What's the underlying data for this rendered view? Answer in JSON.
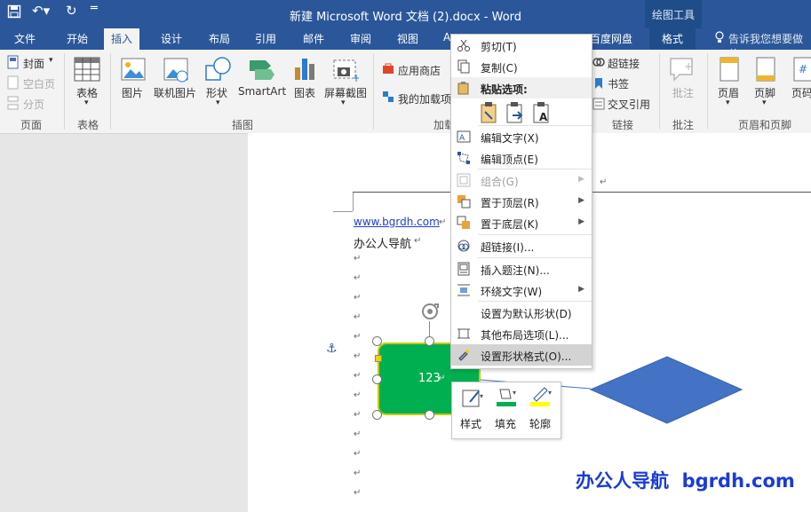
{
  "titlebar": {
    "title": "新建 Microsoft Word 文档 (2).docx - Word",
    "context_tools": "绘图工具"
  },
  "tabs": [
    "文件",
    "开始",
    "插入",
    "设计",
    "布局",
    "引用",
    "邮件",
    "审阅",
    "视图",
    "A"
  ],
  "active_tab": "插入",
  "partial_tab": "百度网盘",
  "format_tab": "格式",
  "tell_me": "告诉我您想要做什",
  "ribbon": {
    "pages": {
      "cover": "封面",
      "blank": "空白页",
      "break": "分页",
      "group": "页面"
    },
    "table": {
      "label": "表格",
      "group": "表格"
    },
    "illustrations": {
      "items": [
        "图片",
        "联机图片",
        "形状",
        "SmartArt",
        "图表",
        "屏幕截图"
      ],
      "group": "插图"
    },
    "addins": {
      "store": "应用商店",
      "my": "我的加载项",
      "group": "加载"
    },
    "links": {
      "hyperlink": "超链接",
      "bookmark": "书签",
      "crossref": "交叉引用",
      "group": "链接"
    },
    "comments": {
      "label": "批注",
      "group": "批注"
    },
    "header_footer": {
      "items": [
        "页眉",
        "页脚",
        "页码"
      ],
      "group": "页眉和页脚"
    }
  },
  "document": {
    "link": "www.bgrdh.com",
    "line2": "办公人导航",
    "return_mark": "↵",
    "shape_text": "123"
  },
  "context_menu": {
    "cut": "剪切(T)",
    "copy": "复制(C)",
    "paste_header": "粘贴选项:",
    "edit_text": "编辑文字(X)",
    "edit_points": "编辑顶点(E)",
    "group": "组合(G)",
    "bring_front": "置于顶层(R)",
    "send_back": "置于底层(K)",
    "hyperlink": "超链接(I)...",
    "caption": "插入题注(N)...",
    "wrap": "环绕文字(W)",
    "default_shape": "设置为默认形状(D)",
    "layout_options": "其他布局选项(L)...",
    "format_shape": "设置形状格式(O)..."
  },
  "mini_toolbar": {
    "style": "样式",
    "fill": "填充",
    "outline": "轮廓"
  },
  "watermark": "办公人导航  bgrdh.com",
  "colors": {
    "word_blue": "#2b579a",
    "shape_fill": "#00b050",
    "diamond_fill": "#4472c4",
    "watermark": "#1a3bd8",
    "fill_swatch": "#00b050",
    "outline_swatch": "#ffff00"
  },
  "icons": [
    "save-icon",
    "undo-icon",
    "redo-icon",
    "customize-icon",
    "lightbulb-icon",
    "scissors-icon",
    "copy-icon",
    "paste-icon",
    "anchor-icon",
    "rotate-icon"
  ]
}
